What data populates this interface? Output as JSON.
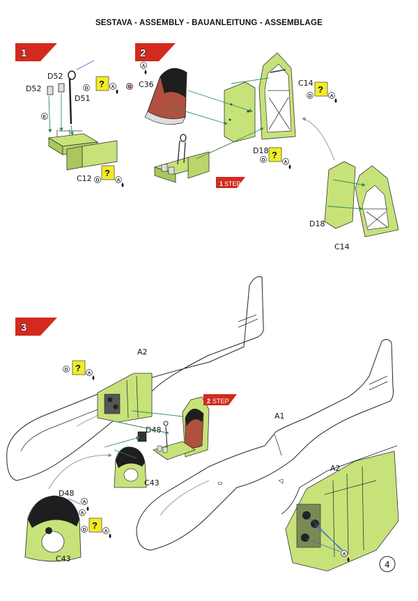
{
  "header": {
    "title": "SESTAVA -  ASSEMBLY - BAUANLEITUNG - ASSEMBLAGE"
  },
  "steps": [
    {
      "number": "1"
    },
    {
      "number": "2"
    },
    {
      "number": "3"
    }
  ],
  "step_refs": [
    {
      "number": "1",
      "text": "STEP"
    },
    {
      "number": "2",
      "text": "STEP"
    }
  ],
  "parts": {
    "d52_top": "D52",
    "d52_left": "D52",
    "d51": "D51",
    "c12": "C12",
    "c36": "C36",
    "c14_top": "C14",
    "d18_mid": "D18",
    "d18_right": "D18",
    "c14_right": "C14",
    "a2_fuselage": "A2",
    "d48_mid": "D48",
    "c43_mid": "C43",
    "d48_bottom": "D48",
    "c43_bottom": "C43",
    "a1": "A1",
    "a2_detail": "A2"
  },
  "paint_codes": {
    "A": "A",
    "D": "D",
    "E": "E",
    "G": "G",
    "unknown": "?"
  },
  "colors": {
    "part_green": "#c8e27a",
    "seat_red": "#b0503e",
    "step_red": "#d22a1e",
    "callout_yellow": "#f2ec2a",
    "arrow_green": "#2a8a5a",
    "arrow_blue": "#3a6fc4"
  },
  "footer": {
    "page_number": "4"
  }
}
